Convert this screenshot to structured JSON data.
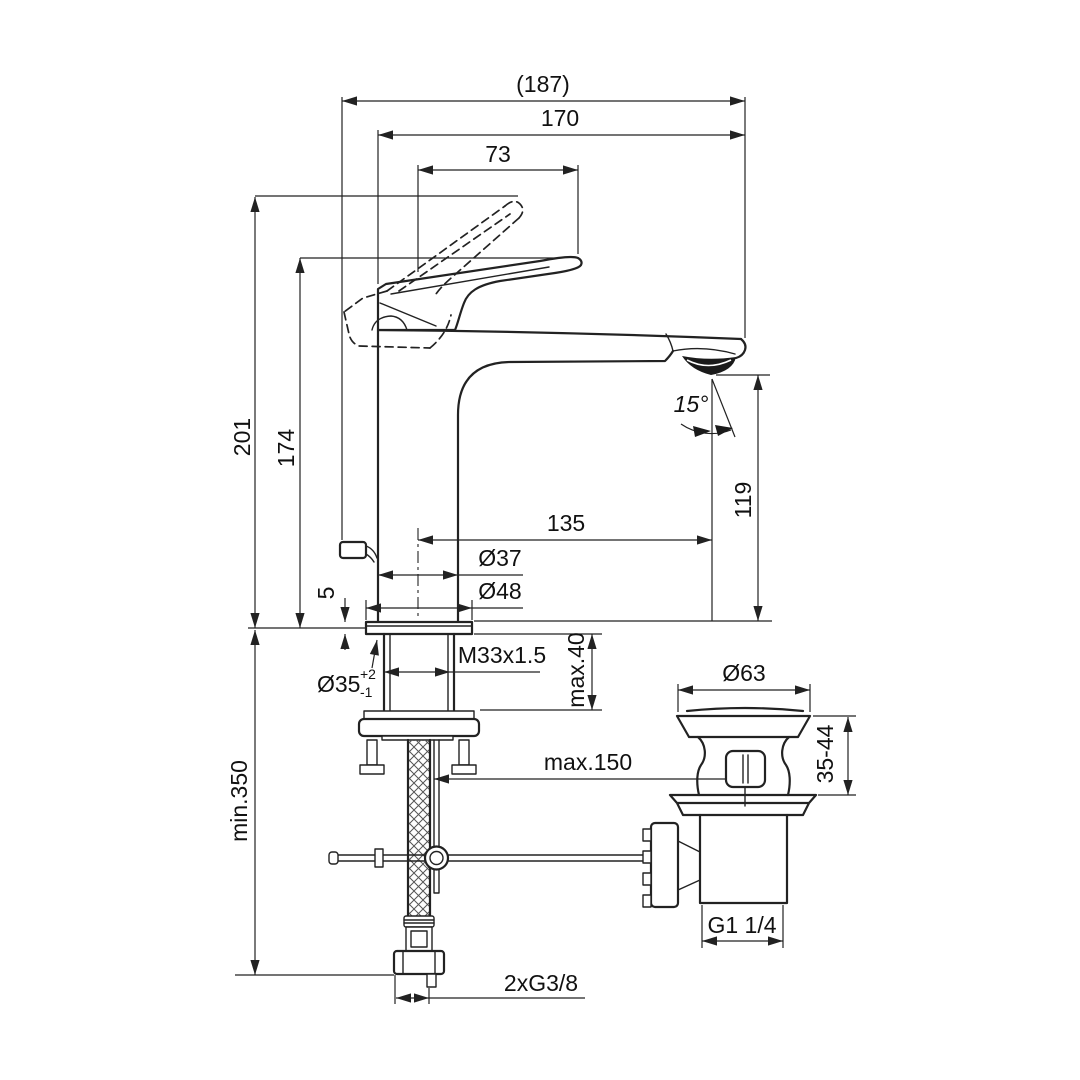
{
  "drawing": {
    "kind": "technical-dimension-drawing",
    "colors": {
      "line": "#222222",
      "background": "#ffffff",
      "aerator_fill": "#1a1a1a"
    }
  },
  "dimensions": {
    "overall_depth": "(187)",
    "spout_projection_total": "170",
    "handle_length": "73",
    "height_handle_raised": "201",
    "height_handle_closed": "174",
    "spout_angle": "15°",
    "spout_outlet_height": "119",
    "spout_reach": "135",
    "body_diameter": "Ø37",
    "base_diameter": "Ø48",
    "base_plate_height": "5",
    "mounting_thread": "M33x1.5",
    "mounting_hole_diameter": "Ø35",
    "mounting_hole_tol_upper": "+2",
    "mounting_hole_tol_lower": "-1",
    "max_mounting_thickness": "max.40",
    "waste_flange_diameter": "Ø63",
    "waste_clamping_range": "35-44",
    "pull_rod_max_reach": "max.150",
    "hose_min_length": "min.350",
    "waste_outlet_thread": "G1 1/4",
    "supply_connections": "2xG3/8"
  }
}
